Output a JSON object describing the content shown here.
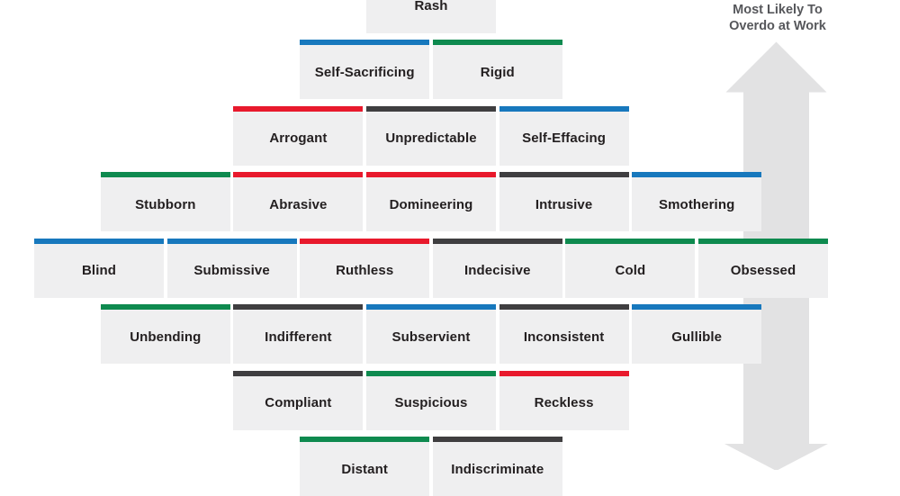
{
  "heading": {
    "line1": "Most Likely To",
    "line2": "Overdo at Work"
  },
  "colors": {
    "red": "#e8192c",
    "green": "#0e8a4f",
    "blue": "#1778bd",
    "dark": "#3f3e40",
    "hidden": "transparent",
    "tile_bg": "#efeff0",
    "tile_text": "#231f20",
    "heading_text": "#56575b",
    "arrow": "#e2e2e3"
  },
  "diagram": {
    "rows": [
      {
        "tiles": [
          {
            "label": "Rash",
            "color": "hidden"
          }
        ]
      },
      {
        "tiles": [
          {
            "label": "Self-Sacrificing",
            "color": "blue"
          },
          {
            "label": "Rigid",
            "color": "green"
          }
        ]
      },
      {
        "tiles": [
          {
            "label": "Arrogant",
            "color": "red"
          },
          {
            "label": "Unpredictable",
            "color": "dark"
          },
          {
            "label": "Self-Effacing",
            "color": "blue"
          }
        ]
      },
      {
        "tiles": [
          {
            "label": "Stubborn",
            "color": "green"
          },
          {
            "label": "Abrasive",
            "color": "red"
          },
          {
            "label": "Domineering",
            "color": "red"
          },
          {
            "label": "Intrusive",
            "color": "dark"
          },
          {
            "label": "Smothering",
            "color": "blue"
          }
        ]
      },
      {
        "tiles": [
          {
            "label": "Blind",
            "color": "blue"
          },
          {
            "label": "Submissive",
            "color": "blue"
          },
          {
            "label": "Ruthless",
            "color": "red"
          },
          {
            "label": "Indecisive",
            "color": "dark"
          },
          {
            "label": "Cold",
            "color": "green"
          },
          {
            "label": "Obsessed",
            "color": "green"
          }
        ]
      },
      {
        "tiles": [
          {
            "label": "Unbending",
            "color": "green"
          },
          {
            "label": "Indifferent",
            "color": "dark"
          },
          {
            "label": "Subservient",
            "color": "blue"
          },
          {
            "label": "Inconsistent",
            "color": "dark"
          },
          {
            "label": "Gullible",
            "color": "blue"
          }
        ]
      },
      {
        "tiles": [
          {
            "label": "Compliant",
            "color": "dark"
          },
          {
            "label": "Suspicious",
            "color": "green"
          },
          {
            "label": "Reckless",
            "color": "red"
          }
        ]
      },
      {
        "tiles": [
          {
            "label": "Distant",
            "color": "green"
          },
          {
            "label": "Indiscriminate",
            "color": "dark"
          }
        ]
      }
    ]
  }
}
